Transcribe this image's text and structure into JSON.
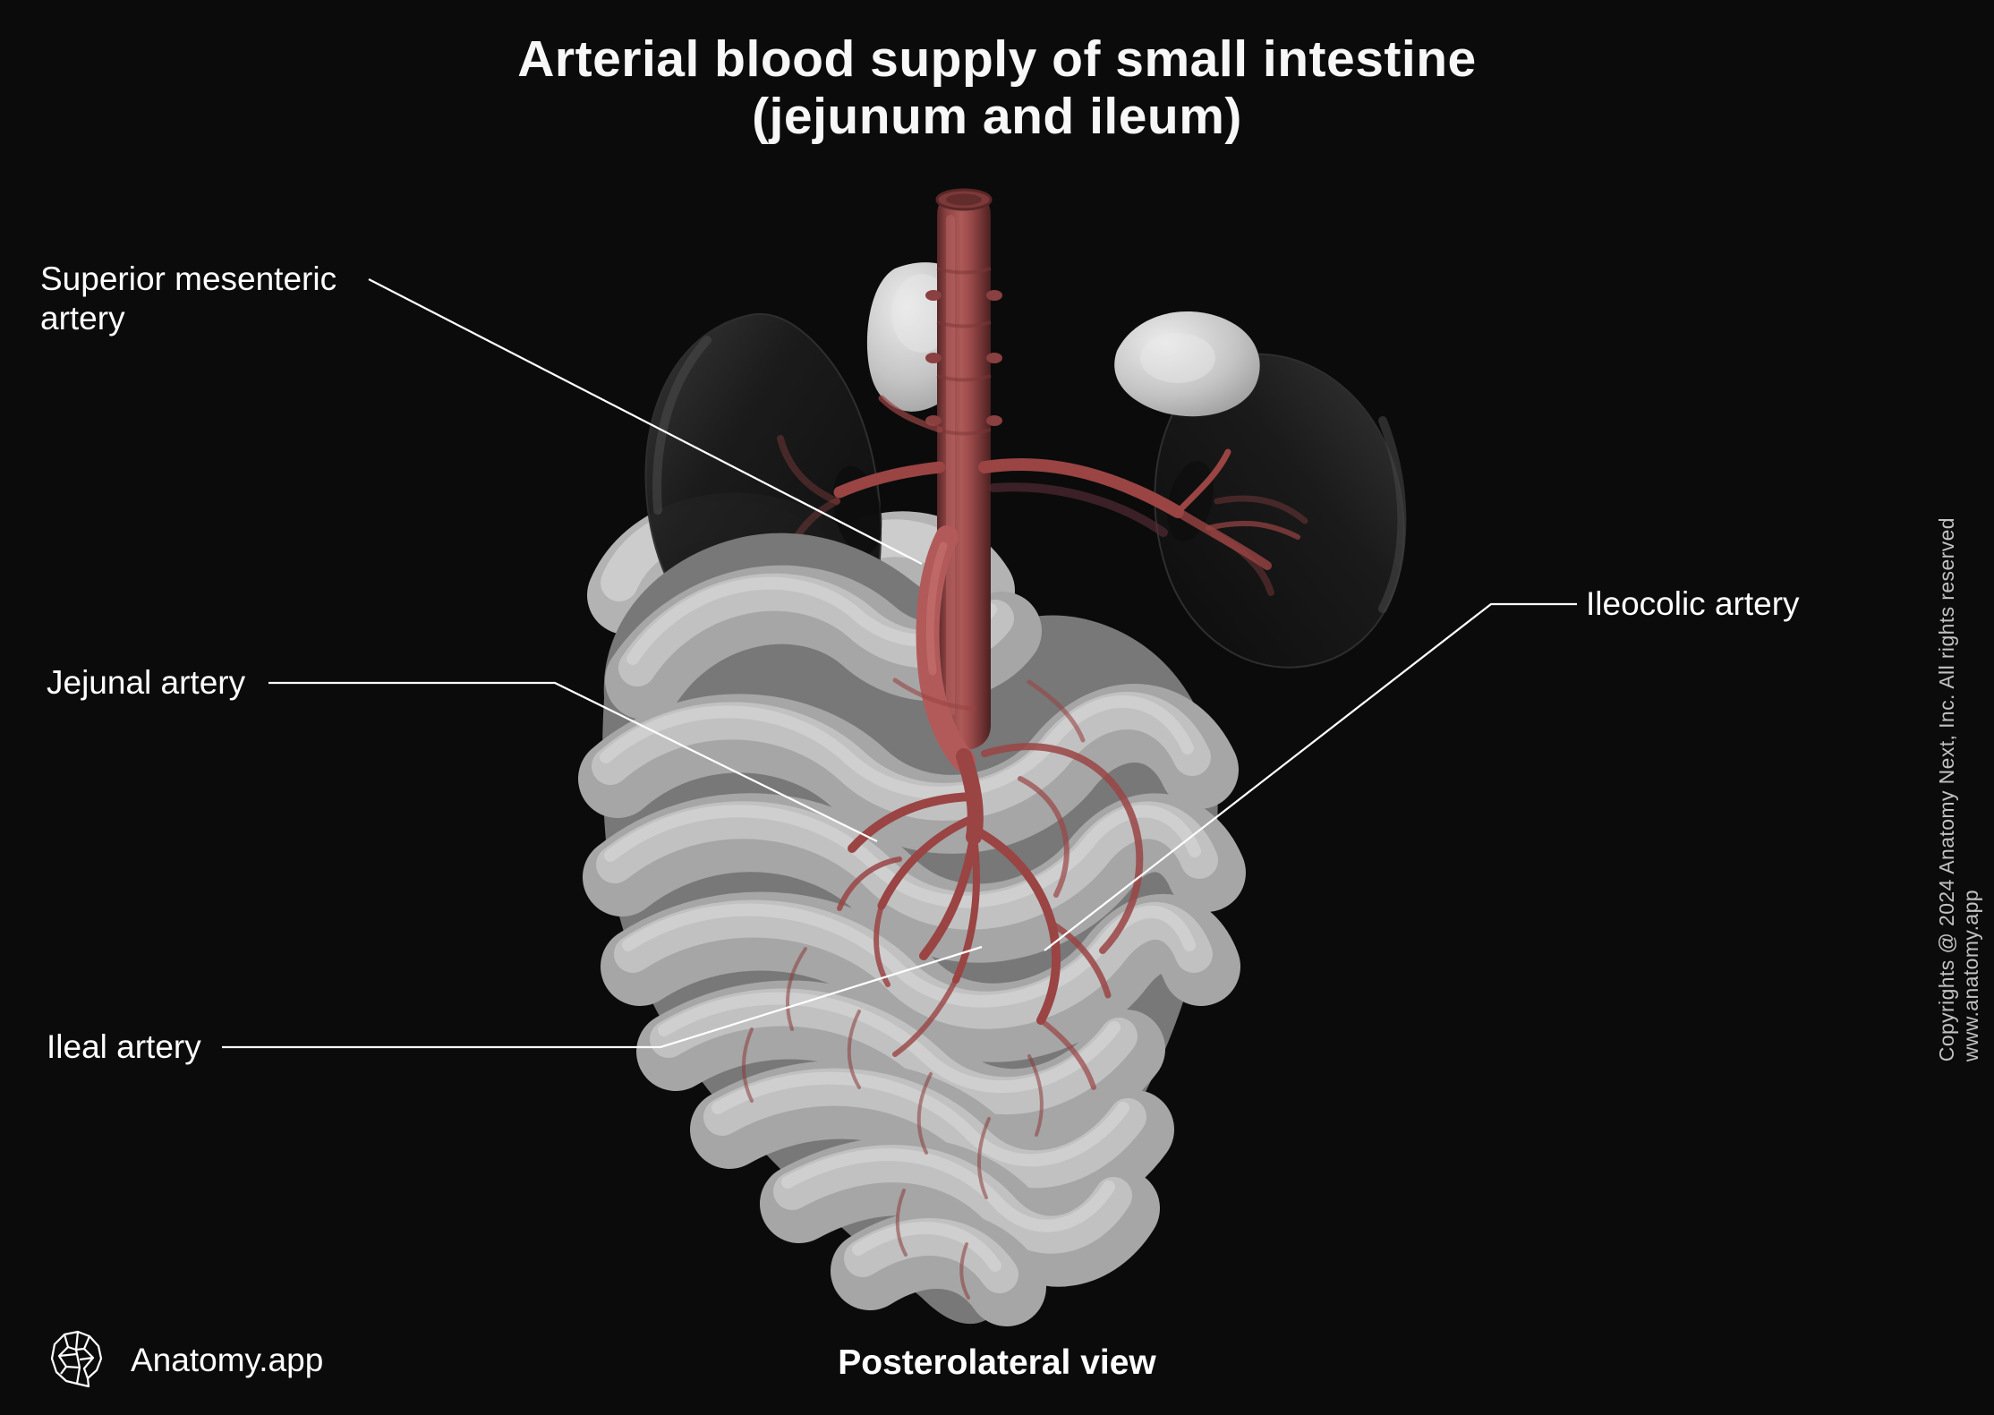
{
  "title": {
    "line1": "Arterial blood supply of small intestine",
    "line2": "(jejunum and ileum)"
  },
  "labels": {
    "superior_mesenteric_artery": "Superior mesenteric\nartery",
    "jejunal_artery": "Jejunal artery",
    "ileal_artery": "Ileal artery",
    "ileocolic_artery": "Ileocolic artery"
  },
  "footer": {
    "brand": "Anatomy.app",
    "view_caption": "Posterolateral view"
  },
  "copyright_vertical": "Copyrights @ 2024 Anatomy Next, Inc. All rights reserved www.anatomy.app",
  "icons": {
    "logo": "brain-logo-icon"
  },
  "colors": {
    "background": "#0b0b0b",
    "text": "#ffffff",
    "artery_red": "#9a4444",
    "aorta_red": "#ad5a58",
    "intestine_gray": "#a6a6a6",
    "kidney_dark": "#1c1c1c",
    "adrenal_gray": "#c4c4c4",
    "leader_line": "#ffffff",
    "copyright_gray": "#c2c2c2"
  }
}
